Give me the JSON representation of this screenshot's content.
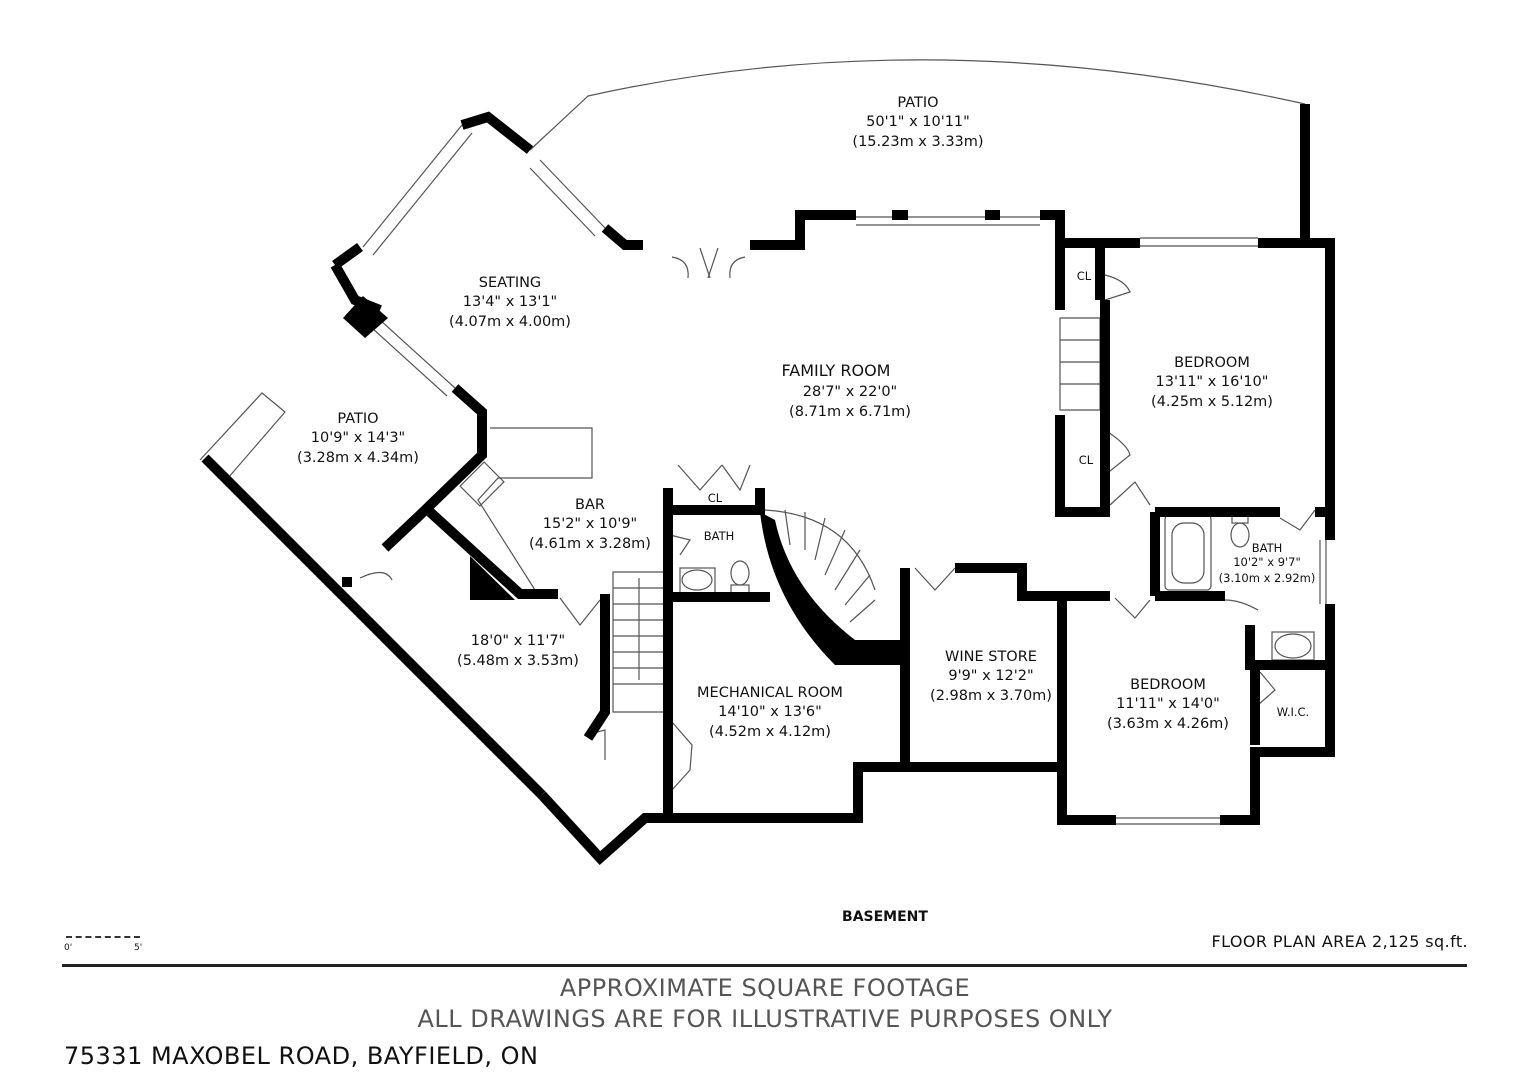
{
  "level": "BASEMENT",
  "floor_plan_area": "FLOOR PLAN AREA 2,125 sq.ft.",
  "scale": {
    "left": "0'",
    "right": "5'"
  },
  "footer": {
    "line1": "APPROXIMATE SQUARE FOOTAGE",
    "line2": "ALL DRAWINGS ARE FOR ILLUSTRATIVE PURPOSES ONLY",
    "address": "75331 MAXOBEL ROAD, BAYFIELD, ON"
  },
  "rooms": {
    "patio_top": {
      "name": "PATIO",
      "imperial": "50'1\" x 10'11\"",
      "metric": "(15.23m x 3.33m)"
    },
    "seating": {
      "name": "SEATING",
      "imperial": "13'4\" x 13'1\"",
      "metric": "(4.07m x 4.00m)"
    },
    "family_room": {
      "name": "FAMILY ROOM",
      "imperial": "28'7\" x 22'0\"",
      "metric": "(8.71m x 6.71m)"
    },
    "bedroom_1": {
      "name": "BEDROOM",
      "imperial": "13'11\" x 16'10\"",
      "metric": "(4.25m x 5.12m)"
    },
    "patio_left": {
      "name": "PATIO",
      "imperial": "10'9\" x 14'3\"",
      "metric": "(3.28m x 4.34m)"
    },
    "bar": {
      "name": "BAR",
      "imperial": "15'2\" x 10'9\"",
      "metric": "(4.61m x 3.28m)"
    },
    "unnamed_room": {
      "imperial": "18'0\" x 11'7\"",
      "metric": "(5.48m x 3.53m)"
    },
    "mechanical": {
      "name": "MECHANICAL ROOM",
      "imperial": "14'10\" x 13'6\"",
      "metric": "(4.52m x 4.12m)"
    },
    "wine_store": {
      "name": "WINE STORE",
      "imperial": "9'9\" x 12'2\"",
      "metric": "(2.98m x 3.70m)"
    },
    "bedroom_2": {
      "name": "BEDROOM",
      "imperial": "11'11\" x 14'0\"",
      "metric": "(3.63m x 4.26m)"
    },
    "bath_1": {
      "name": "BATH"
    },
    "bath_2": {
      "name": "BATH",
      "imperial": "10'2\" x 9'7\"",
      "metric": "(3.10m x 2.92m)"
    },
    "closet_bar": {
      "name": "CL"
    },
    "closet_1": {
      "name": "CL"
    },
    "closet_2": {
      "name": "CL"
    },
    "wic": {
      "name": "W.I.C."
    }
  }
}
